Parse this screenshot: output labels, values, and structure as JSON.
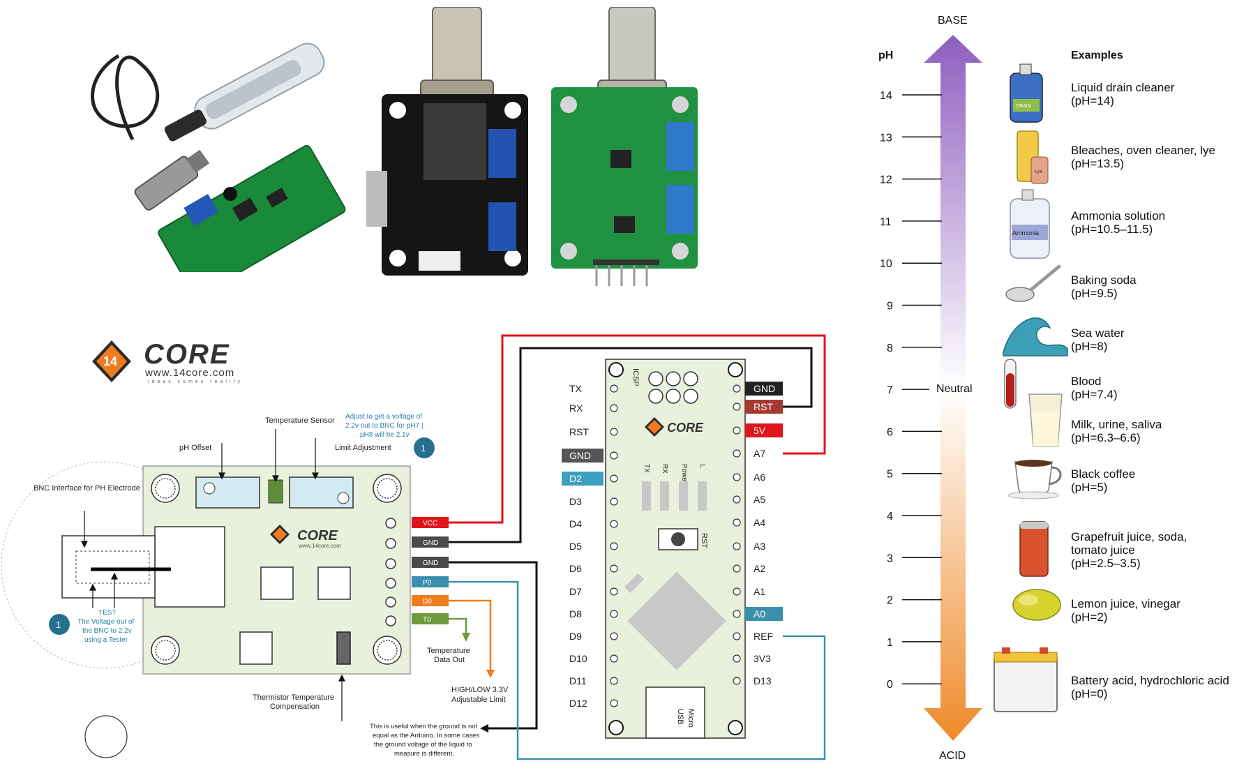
{
  "logo": {
    "brand": "CORE",
    "site": "www.14core.com",
    "tagline": "ideas comes reality",
    "badge": "14"
  },
  "ph_scale": {
    "header_ph": "pH",
    "header_examples": "Examples",
    "top_label": "BASE",
    "bottom_label": "ACID",
    "neutral_label": "Neutral",
    "ticks": [
      "14",
      "13",
      "12",
      "11",
      "10",
      "9",
      "8",
      "7",
      "6",
      "5",
      "4",
      "3",
      "2",
      "1",
      "0"
    ],
    "colors": {
      "base": "#8e5fbf",
      "neutral": "#ffffff",
      "acid": "#ee8a2a"
    },
    "examples": [
      {
        "name": "Liquid drain cleaner",
        "ph": "(pH=14)",
        "icon": "drain-cleaner-bottle-icon",
        "label": "DRAIN"
      },
      {
        "name": "Bleaches, oven cleaner, lye",
        "ph": "(pH=13.5)",
        "icon": "lye-container-icon",
        "label": "Lye"
      },
      {
        "name": "Ammonia solution",
        "ph": "(pH=10.5–11.5)",
        "icon": "ammonia-jug-icon",
        "label": "Ammonia"
      },
      {
        "name": "Baking soda",
        "ph": "(pH=9.5)",
        "icon": "spoon-icon",
        "label": ""
      },
      {
        "name": "Sea water",
        "ph": "(pH=8)",
        "icon": "wave-icon",
        "label": ""
      },
      {
        "name": "Blood",
        "ph": "(pH=7.4)",
        "icon": "blood-tube-icon",
        "label": ""
      },
      {
        "name": "Milk, urine, saliva",
        "ph": "(pH=6.3–6.6)",
        "icon": "milk-glass-icon",
        "label": ""
      },
      {
        "name": "Black coffee",
        "ph": "(pH=5)",
        "icon": "coffee-cup-icon",
        "label": ""
      },
      {
        "name": "Grapefruit juice, soda,\ntomato juice",
        "ph": "(pH=2.5–3.5)",
        "icon": "soda-can-icon",
        "label": ""
      },
      {
        "name": "Lemon juice, vinegar",
        "ph": "(pH=2)",
        "icon": "lemon-icon",
        "label": ""
      },
      {
        "name": "Battery acid, hydrochloric acid",
        "ph": "(pH=0)",
        "icon": "battery-icon",
        "label": ""
      }
    ]
  },
  "sensor_board": {
    "labels": {
      "bnc": "BNC Interface for PH Electrode",
      "ph_offset": "pH Offset",
      "temp_sensor": "Temperature Sensor",
      "limit_adj": "Limit Adjustment",
      "adjust_note": [
        "Adjust to get a voltage of",
        "2.2v out to BNC for pH7 |",
        "pH8 will be 2.1v"
      ],
      "test_note": [
        "TEST",
        "The Voltage out of",
        "the BNC to 2.2v",
        "using a Tester"
      ],
      "badge": "1",
      "thermistor": [
        "Thermistor Temperature",
        "Compensation"
      ],
      "temp_out": [
        "Temperature",
        "Data Out"
      ],
      "highlow": [
        "HIGH/LOW 3.3V",
        "Adjustable Limit"
      ],
      "ground_note": [
        "This is useful when the ground is not",
        "equal as the Arduino, In some cases",
        "the ground voltage of the liquid to",
        "measure is different."
      ]
    },
    "pins": [
      {
        "name": "VCC",
        "color": "#e0141b"
      },
      {
        "name": "GND",
        "color": "#4a4a4a"
      },
      {
        "name": "GND",
        "color": "#4a4a4a"
      },
      {
        "name": "P0",
        "color": "#3b8fab"
      },
      {
        "name": "D0",
        "color": "#ee7d1e"
      },
      {
        "name": "T0",
        "color": "#6e9a3c"
      }
    ]
  },
  "arduino": {
    "icsp": "ICSP",
    "led_labels": [
      "TX",
      "RX",
      "Power",
      "L"
    ],
    "rst_button": "RST",
    "usb": [
      "Micro",
      "USB"
    ],
    "left_pins": [
      "TX",
      "RX",
      "RST",
      "GND",
      "D2",
      "D3",
      "D4",
      "D5",
      "D6",
      "D7",
      "D8",
      "D9",
      "D10",
      "D11",
      "D12"
    ],
    "right_pins": [
      "GND",
      "RST",
      "5V",
      "A7",
      "A6",
      "A5",
      "A4",
      "A3",
      "A2",
      "A1",
      "A0",
      "REF",
      "3V3",
      "D13"
    ],
    "highlight_left": {
      "GND": "#555555",
      "D2": "#3ea0c0"
    },
    "highlight_right": {
      "GND": "#222222",
      "RST": "#a63a32",
      "5V": "#e0141b",
      "A0": "#3b8fab"
    }
  }
}
